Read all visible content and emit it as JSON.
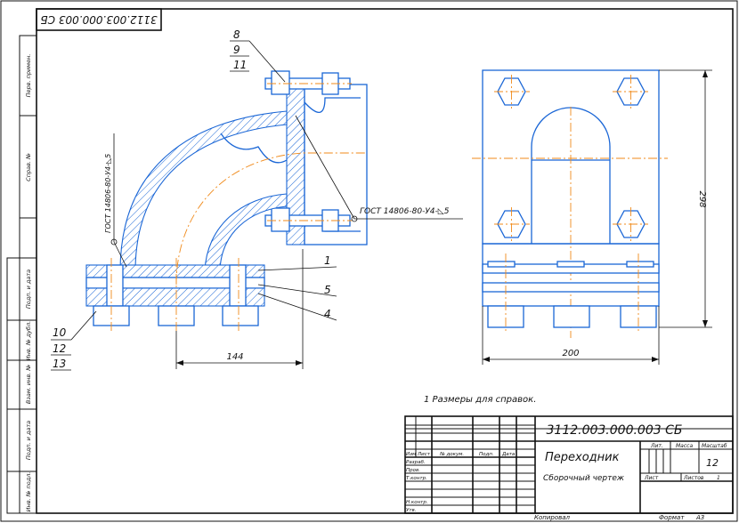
{
  "drawing": {
    "rotated_code": "3112.003.000.003 СБ",
    "note": "1 Размеры для справок.",
    "dimensions": {
      "width_144": "144",
      "width_200": "200",
      "height_298": "298"
    },
    "weld_symbol_left": "ГОСТ 14806-80-У4-◺5",
    "weld_symbol_right": "ГОСТ 14806-80-У4-◺5",
    "callouts": {
      "top": [
        "8",
        "9",
        "11"
      ],
      "left": [
        "10",
        "12",
        "13"
      ],
      "right": [
        "1",
        "5",
        "4"
      ]
    }
  },
  "side_stamp": {
    "labels": [
      "Перв. примен.",
      "Справ. №",
      "Подп. и дата",
      "Инв. № дубл.",
      "Взам. инв. №",
      "Подп. и дата",
      "Инв. № подл."
    ]
  },
  "title_block": {
    "code": "3112.003.000.003 СБ",
    "name": "Переходник",
    "doc_type": "Сборочный чертеж",
    "headers": {
      "izm": "Изм",
      "list": "Лист",
      "doc_no": "№ докум.",
      "sign": "Подп.",
      "date": "Дата"
    },
    "roles": [
      "Разраб.",
      "Пров.",
      "Т.контр.",
      "",
      "Н.контр.",
      "Утв."
    ],
    "lit_label": "Лит.",
    "mass_label": "Масса",
    "scale_label": "Масштаб",
    "scale_value": "12",
    "sheet_label": "Лист",
    "sheets_label": "Листов",
    "sheets_value": "1",
    "copied_label": "Копировал",
    "format_label": "Формат",
    "format_value": "А3"
  }
}
